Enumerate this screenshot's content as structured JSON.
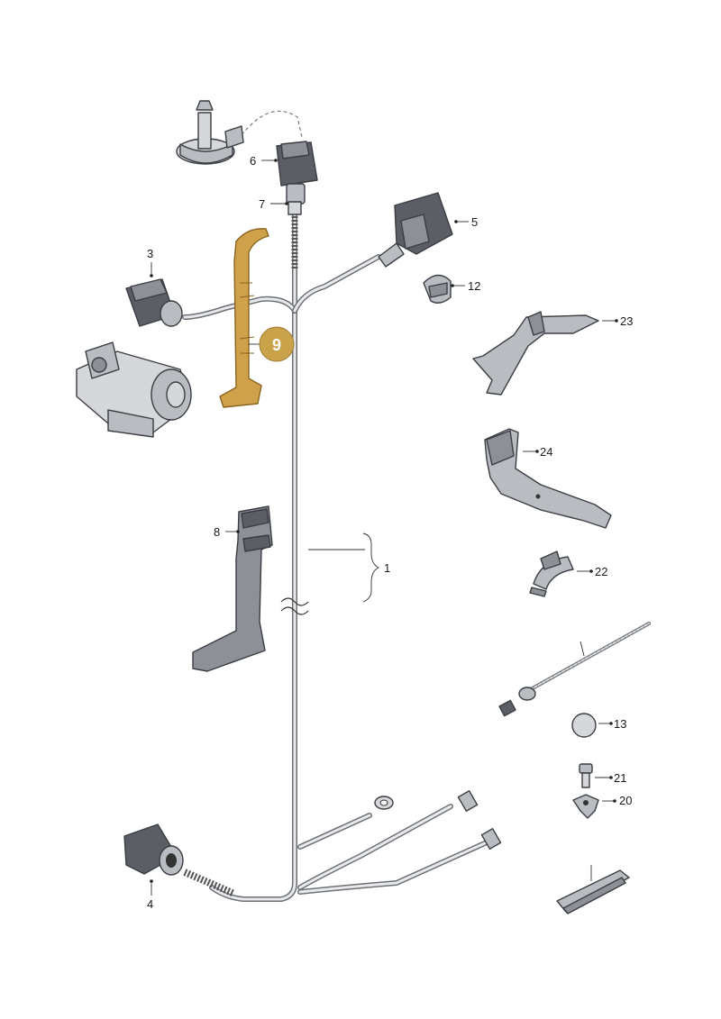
{
  "parts": {
    "p1": "1",
    "p3": "3",
    "p4": "4",
    "p5": "5",
    "p6": "6",
    "p7": "7",
    "p8": "8",
    "p9": "9",
    "p12": "12",
    "p13": "13",
    "p20": "20",
    "p21": "21",
    "p22": "22",
    "p23": "23",
    "p24": "24"
  },
  "colors": {
    "highlight": "#cfa14a",
    "highlight_badge": "#c9a24a",
    "wire": "#6d7075"
  },
  "highlighted_part": "9"
}
